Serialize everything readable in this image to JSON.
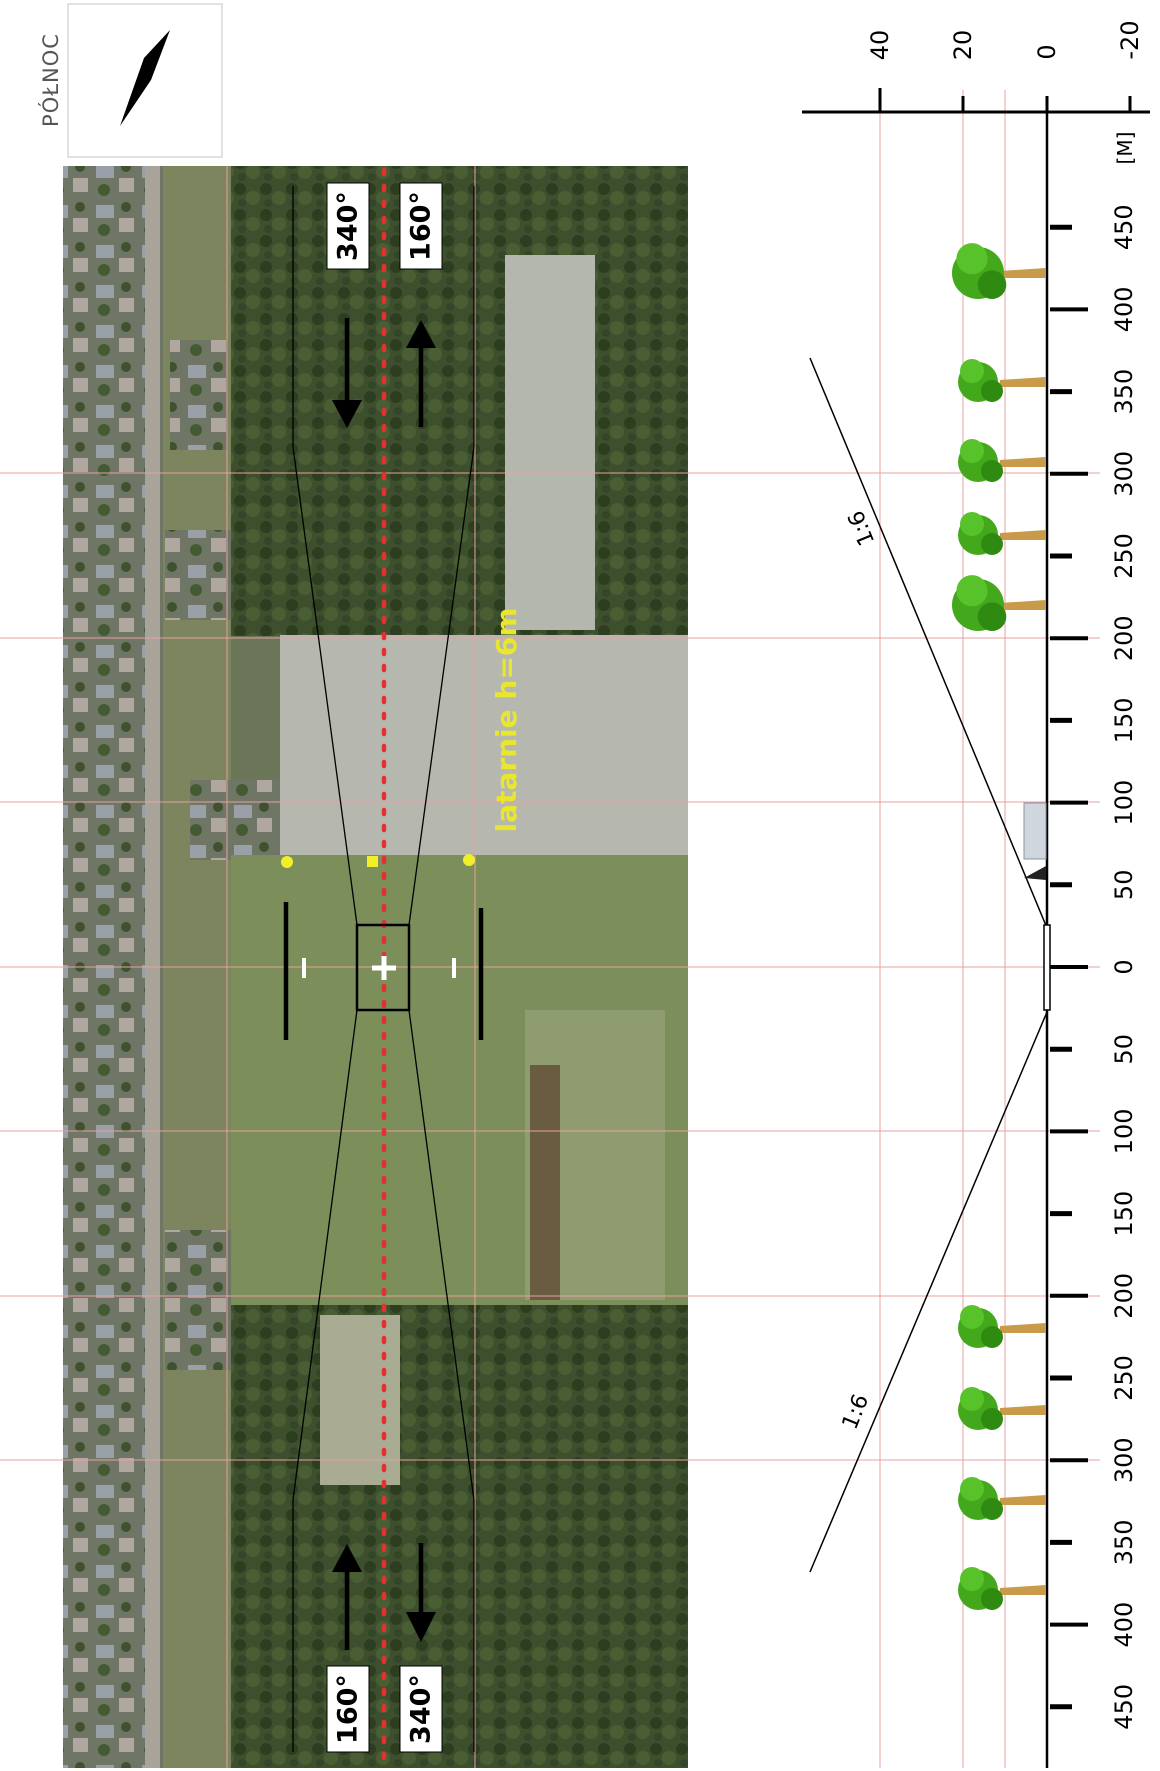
{
  "north_label": "PÓŁNOC",
  "landing_directions": {
    "top_left": "340°",
    "top_right": "160°",
    "bottom_left": "160°",
    "bottom_right": "340°"
  },
  "lamp_note": "latarnie h=6m",
  "approach_slope_label_1": "1:6",
  "approach_slope_label_2": "1:6",
  "height_axis": {
    "unit": "[M]",
    "ticks": [
      "40",
      "20",
      "0",
      "-20"
    ]
  },
  "distance_axis": {
    "ticks": [
      "450",
      "400",
      "350",
      "300",
      "250",
      "200",
      "150",
      "100",
      "50",
      "0",
      "50",
      "100",
      "150",
      "200",
      "250",
      "300",
      "350",
      "400",
      "450"
    ]
  },
  "colors": {
    "centerline": "#e53030",
    "lamp": "#f2ee2a",
    "grid": "#e8a0a0",
    "tree_canopy": "#44a81c",
    "tree_trunk": "#c89a4a"
  }
}
